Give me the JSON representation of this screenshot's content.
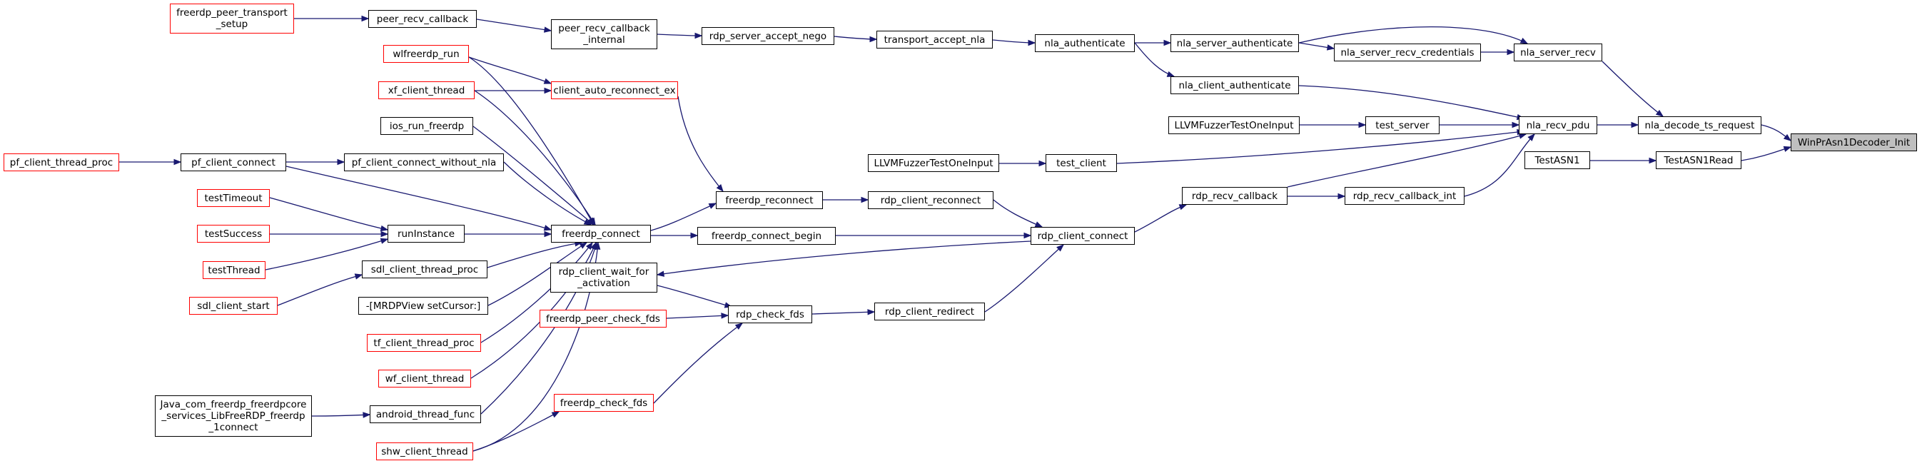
{
  "colors": {
    "edge": "#191970",
    "node_border": "#000000",
    "truncated_border": "#ff0000",
    "root_fill": "#bfbfbf"
  },
  "nodes": {
    "winprasn1decoder_init": "WinPrAsn1Decoder_Init",
    "nla_decode_ts_request": "nla_decode_ts_request",
    "testasn1read": "TestASN1Read",
    "testasn1": "TestASN1",
    "nla_recv_pdu": "nla_recv_pdu",
    "nla_server_recv": "nla_server_recv",
    "nla_server_recv_credentials": "nla_server_recv_credentials",
    "nla_server_authenticate": "nla_server_authenticate",
    "nla_client_authenticate": "nla_client_authenticate",
    "nla_authenticate": "nla_authenticate",
    "transport_accept_nla": "transport_accept_nla",
    "rdp_server_accept_nego": "rdp_server_accept_nego",
    "peer_recv_callback_internal": "peer_recv_callback\n_internal",
    "peer_recv_callback": "peer_recv_callback",
    "freerdp_peer_transport_setup": "freerdp_peer_transport\n_setup",
    "test_server": "test_server",
    "llvmfuzzer_server": "LLVMFuzzerTestOneInput",
    "test_client": "test_client",
    "llvmfuzzer_client": "LLVMFuzzerTestOneInput",
    "rdp_recv_callback": "rdp_recv_callback",
    "rdp_recv_callback_int": "rdp_recv_callback_int",
    "rdp_client_connect": "rdp_client_connect",
    "rdp_client_reconnect": "rdp_client_reconnect",
    "rdp_client_redirect": "rdp_client_redirect",
    "freerdp_reconnect": "freerdp_reconnect",
    "freerdp_connect_begin": "freerdp_connect_begin",
    "rdp_client_wait_for_activation": "rdp_client_wait_for\n_activation",
    "rdp_check_fds": "rdp_check_fds",
    "freerdp_peer_check_fds": "freerdp_peer_check_fds",
    "freerdp_check_fds": "freerdp_check_fds",
    "client_auto_reconnect_ex": "client_auto_reconnect_ex",
    "freerdp_connect": "freerdp_connect",
    "wlfreerdp_run": "wlfreerdp_run",
    "xf_client_thread": "xf_client_thread",
    "ios_run_freerdp": "ios_run_freerdp",
    "pf_client_connect_without_nla": "pf_client_connect_without_nla",
    "pf_client_connect": "pf_client_connect",
    "pf_client_thread_proc": "pf_client_thread_proc",
    "runinstance": "runInstance",
    "testtimeout": "testTimeout",
    "testsuccess": "testSuccess",
    "testthread": "testThread",
    "sdl_client_thread_proc": "sdl_client_thread_proc",
    "sdl_client_start": "sdl_client_start",
    "mrdpview_setcursor": "-[MRDPView setCursor:]",
    "tf_client_thread_proc": "tf_client_thread_proc",
    "wf_client_thread": "wf_client_thread",
    "android_thread_func": "android_thread_func",
    "java_connect": "Java_com_freerdp_freerdpcore\n_services_LibFreeRDP_freerdp\n_1connect",
    "shw_client_thread": "shw_client_thread"
  }
}
